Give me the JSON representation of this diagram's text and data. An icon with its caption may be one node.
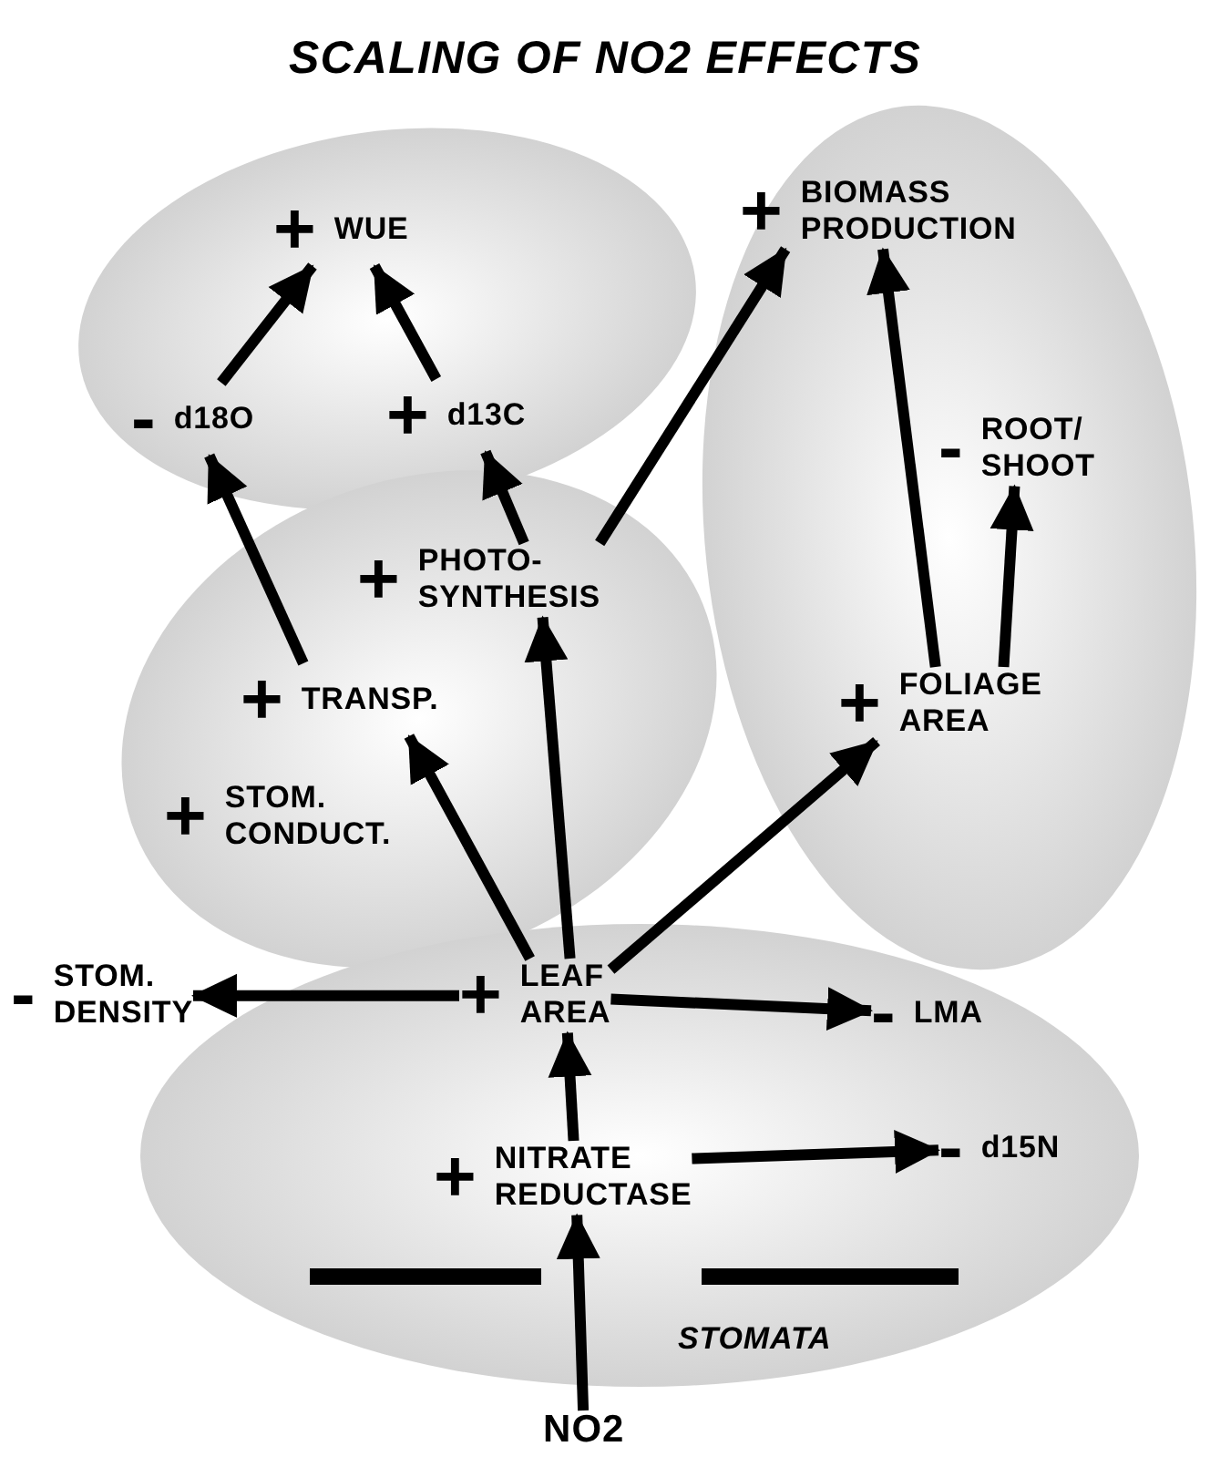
{
  "diagram": {
    "title": "SCALING OF NO2 EFFECTS",
    "nodes": [
      {
        "text": [],
        "shape": "ellipse"
      },
      {
        "text": [],
        "shape": "ellipse"
      },
      {
        "text": [],
        "shape": "ellipse"
      },
      {
        "text": [],
        "shape": "ellipse"
      },
      {
        "text": [
          "+",
          "WUE"
        ],
        "in": 0
      },
      {
        "text": [
          "-",
          "d18O"
        ],
        "in": 0
      },
      {
        "text": [
          "+",
          "d13C"
        ],
        "in": 0
      },
      {
        "text": [
          "+",
          "PHOTO- SYNTHESIS"
        ],
        "in": 1
      },
      {
        "text": [
          "+",
          "TRANSP."
        ],
        "in": 1
      },
      {
        "text": [
          "+",
          "STOM. CONDUCT."
        ],
        "in": 1
      },
      {
        "text": [
          "+",
          "BIOMASS PRODUCTION"
        ],
        "in": 2
      },
      {
        "text": [
          "-",
          "ROOT/ SHOOT"
        ],
        "in": 2
      },
      {
        "text": [
          "+",
          "FOLIAGE AREA"
        ],
        "in": 2
      },
      {
        "text": [
          "-",
          "STOM. DENSITY"
        ]
      },
      {
        "text": [
          "+",
          "LEAF AREA"
        ],
        "in": 3
      },
      {
        "text": [
          "-",
          "LMA"
        ],
        "in": 3
      },
      {
        "text": [
          "+",
          "NITRATE REDUCTASE"
        ],
        "in": 3
      },
      {
        "text": [
          "-",
          "d15N"
        ],
        "in": 3
      },
      {
        "text": [
          "NO2"
        ]
      }
    ],
    "edges": [
      {
        "from": 18,
        "to": 16,
        "arrow": "to"
      },
      {
        "from": 16,
        "to": 14,
        "arrow": "to"
      },
      {
        "from": 14,
        "to": 13,
        "arrow": "to"
      },
      {
        "from": 14,
        "to": 15,
        "arrow": "to"
      },
      {
        "from": 16,
        "to": 17,
        "arrow": "to"
      },
      {
        "from": 14,
        "to": 8,
        "arrow": "to"
      },
      {
        "from": 14,
        "to": 7,
        "arrow": "to"
      },
      {
        "from": 14,
        "to": 12,
        "arrow": "to"
      },
      {
        "from": 8,
        "to": 5,
        "arrow": "to"
      },
      {
        "from": 7,
        "to": 6,
        "arrow": "to"
      },
      {
        "from": 7,
        "to": 10,
        "arrow": "to"
      },
      {
        "from": 12,
        "to": 10,
        "arrow": "to"
      },
      {
        "from": 12,
        "to": 11,
        "arrow": "to"
      },
      {
        "from": 5,
        "to": 4,
        "arrow": "to"
      },
      {
        "from": 6,
        "to": 4,
        "arrow": "to"
      }
    ],
    "labels": [
      "STOMATA"
    ]
  }
}
